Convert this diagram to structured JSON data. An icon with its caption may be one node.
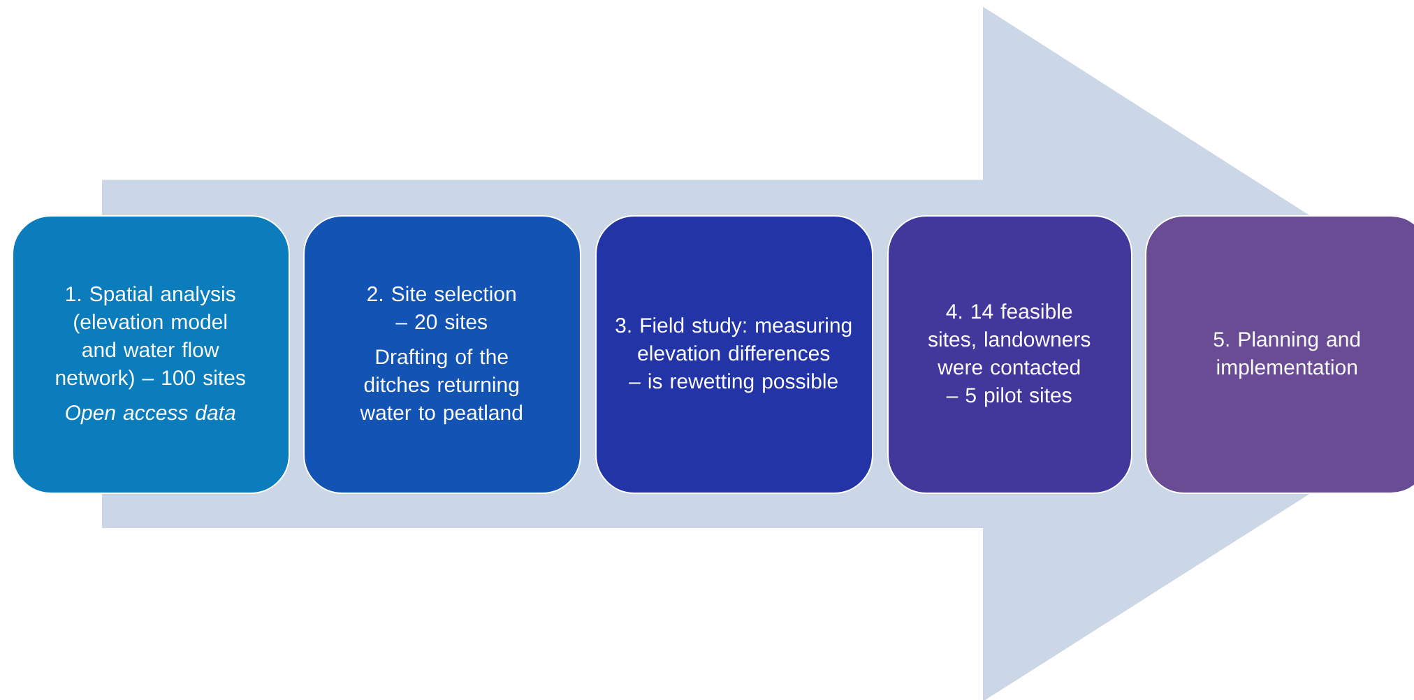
{
  "diagram": {
    "nodes": [
      {
        "text": [
          "1. Spatial analysis (elevation model and water flow network) – 100 sites",
          "Open access data"
        ]
      },
      {
        "text": [
          "2. Site selection – 20 sites",
          "Drafting of the ditches returning water to peatland"
        ]
      },
      {
        "text": [
          "3. Field study: measuring elevation differences – is rewetting possible"
        ]
      },
      {
        "text": [
          "4. 14 feasible sites, landowners were contacted – 5 pilot sites"
        ]
      },
      {
        "text": [
          "5. Planning and implementation"
        ]
      }
    ],
    "edges": [
      {
        "from": 0,
        "to": 4,
        "arrow": "to"
      }
    ]
  }
}
